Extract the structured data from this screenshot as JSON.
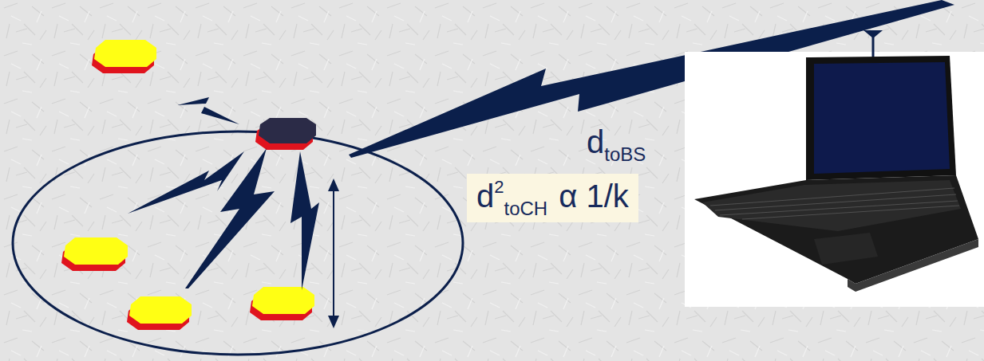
{
  "diagram": {
    "nodes": [
      {
        "text": [
          "d",
          "2",
          "toCH",
          "α 1/k"
        ]
      }
    ],
    "labels": [
      "d",
      "toBS"
    ]
  }
}
